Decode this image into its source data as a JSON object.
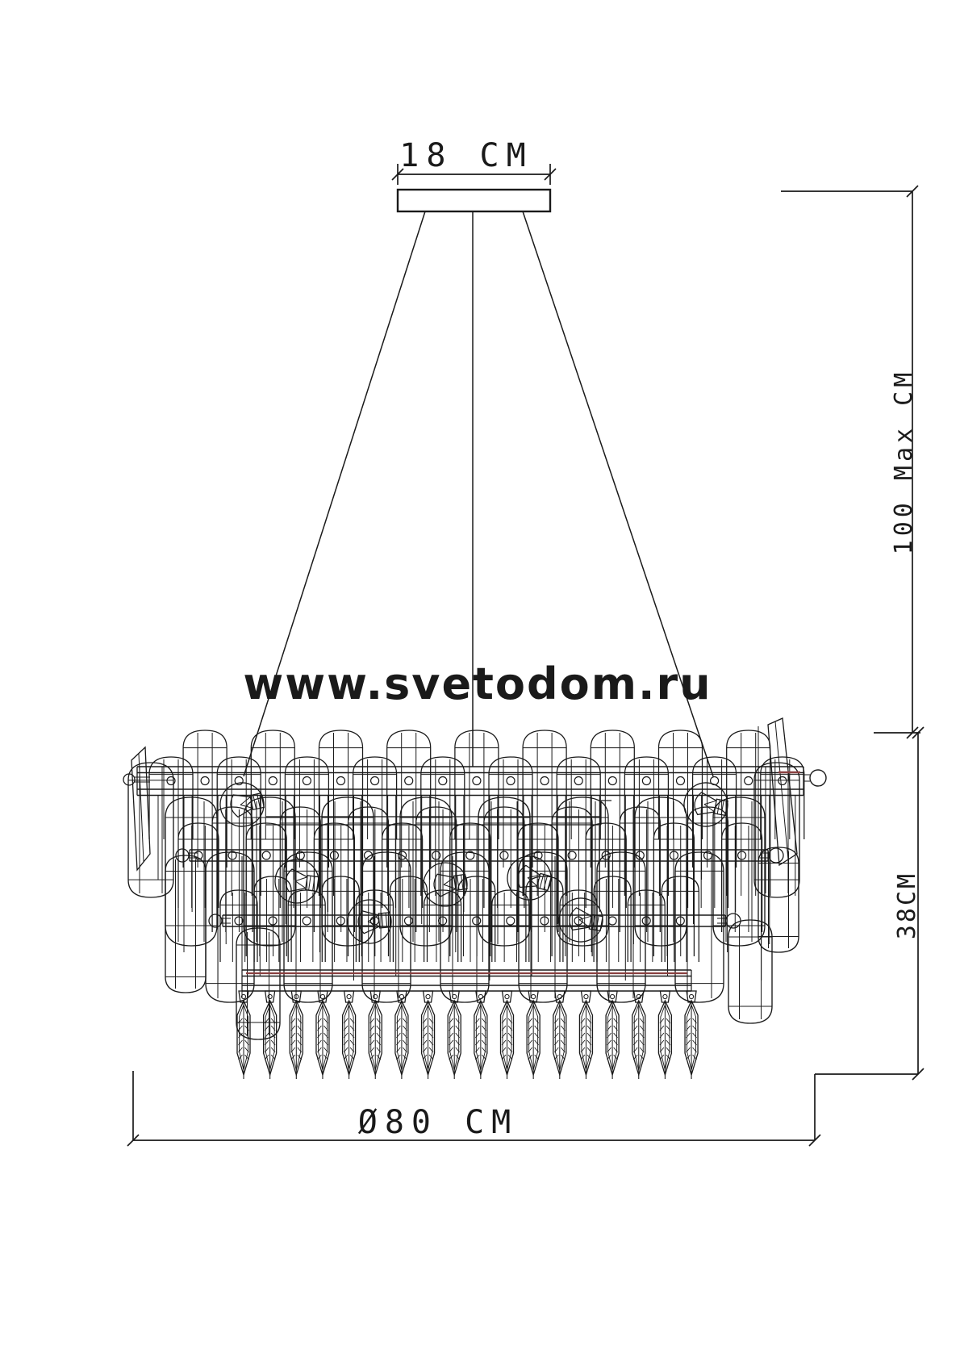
{
  "page": {
    "background": "#ffffff",
    "description": "Technical dimension drawing of a crystal chandelier (pendant light) with suspension canopy"
  },
  "colors": {
    "line": "#1a1a1a",
    "accent_red": "#8a4141",
    "watermark": "#e5dfd9"
  },
  "watermark": {
    "text": "www.svetodom.ru"
  },
  "dimensions": {
    "canopy_width": {
      "label": "18 CM",
      "value": 18,
      "unit": "CM",
      "orientation": "horizontal"
    },
    "hanging_height": {
      "label": "100 Max CM",
      "value": 100,
      "unit": "CM",
      "orientation": "vertical"
    },
    "body_height": {
      "label": "38CM",
      "value": 38,
      "unit": "CM",
      "orientation": "vertical"
    },
    "diameter": {
      "label": "Ø80 CM",
      "value": 80,
      "unit": "CM",
      "orientation": "horizontal"
    }
  },
  "structure": {
    "suspension_cables": 3,
    "top_paddle_crystals": 19,
    "rivet_rows": 3,
    "capsule_crystal_rows": 2,
    "lamp_bulbs_visible": 7,
    "feather_drop_pendants": 18
  }
}
